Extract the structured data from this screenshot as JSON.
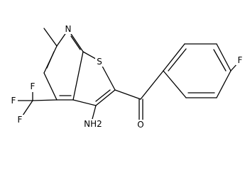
{
  "structure": {
    "atom_labels": {
      "ring_nitrogen": "N",
      "ring_sulfur": "S",
      "fluorine_cf3_1": "F",
      "fluorine_cf3_2": "F",
      "fluorine_cf3_3": "F",
      "amino": "NH2",
      "carbonyl_oxygen": "O",
      "fluorine_aryl": "F"
    }
  }
}
